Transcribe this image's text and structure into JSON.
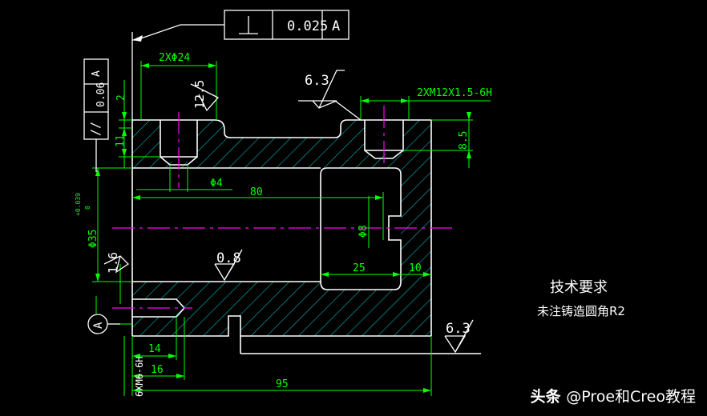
{
  "geometric_tolerance": {
    "symbol": "⊥",
    "value": "0.025",
    "datum": "A"
  },
  "parallel_tolerance": {
    "symbol": "//",
    "value": "0.06",
    "datum": "A"
  },
  "dimensions": {
    "holes_dia": "2XΦ24",
    "thread_right": "2XM12X1.5-6H",
    "d2": "2",
    "d11": "11",
    "d85": "8.5",
    "phi4": "Φ4",
    "d80": "80",
    "phi35": "Φ35",
    "phi35_tol_upper": "+0.039",
    "phi35_tol_lower": "0",
    "phi8": "Φ8",
    "d25": "25",
    "d10": "10",
    "d14": "14",
    "d16": "16",
    "d95": "95",
    "thread_left": "6XM6-6H"
  },
  "roughness": {
    "r1": "12.5",
    "r2": "6.3",
    "r3": "1.6",
    "r4": "0.8",
    "r5": "6.3"
  },
  "datum_label": "A",
  "tech_requirements": {
    "title": "技术要求",
    "line1": "未注铸造圆角R2"
  },
  "watermark": {
    "brand": "头条",
    "handle": "@Proe和Creo教程"
  },
  "colors": {
    "background": "#000000",
    "outline": "#ffffff",
    "dimension": "#00ff00",
    "hatch": "#00c8c8",
    "centerline": "#ff00ff"
  }
}
